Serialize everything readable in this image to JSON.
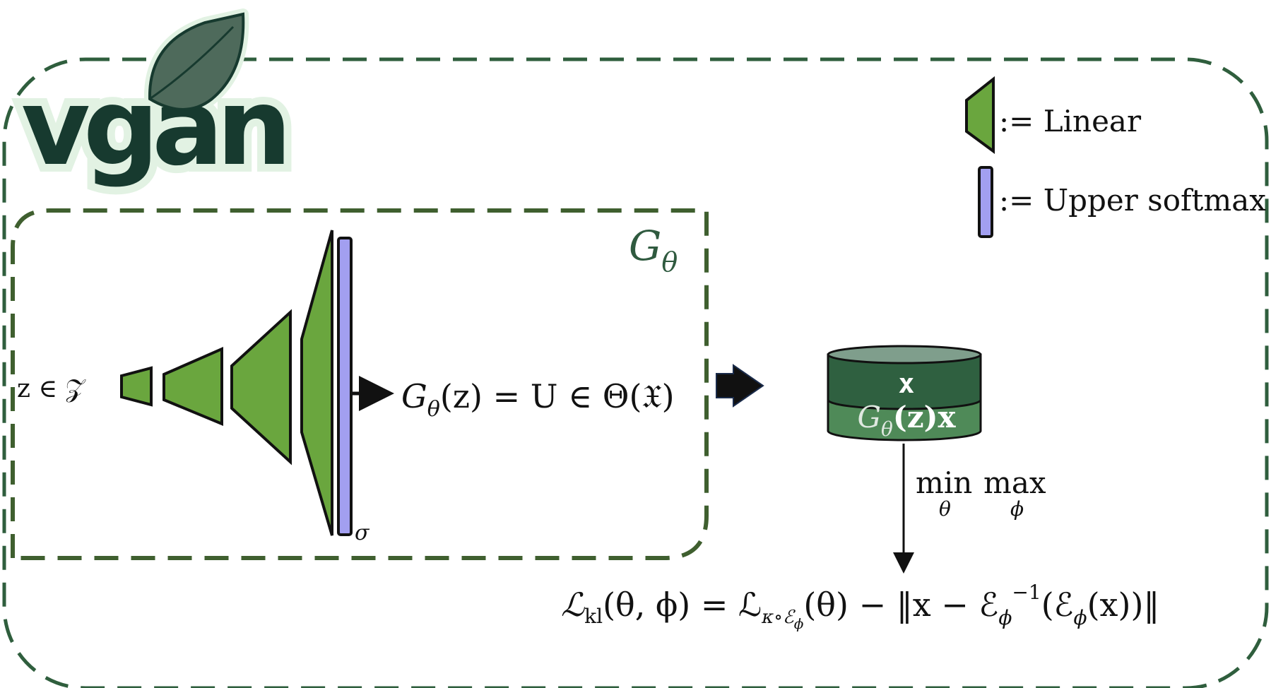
{
  "logo": {
    "text": "vgan",
    "icon": "leaf-icon"
  },
  "colors": {
    "frame_green": "#2f5e3d",
    "inner_frame_green": "#3f5f2f",
    "linear_green": "#6aa63e",
    "softmax_purple": "#a29ff0",
    "logo_dark": "#173a2f",
    "logo_halo": "#e2f2e3",
    "db_dark": "#2f6040",
    "db_light": "#4f8a58",
    "db_top": "#7f9e8c",
    "generator_label": "#2f5a3f"
  },
  "legend": {
    "linear": ":= Linear",
    "softmax": ":= Upper softmax"
  },
  "generator": {
    "label_main": "G",
    "label_sub": "θ",
    "input_label": "z ∈ 𝒵",
    "sigma_label": "σ",
    "output_pre": "G",
    "output_sub": "θ",
    "output_post": "(z) = U ∈ Θ(𝔛)"
  },
  "database": {
    "top_label": "x",
    "bottom_pre": "G",
    "bottom_sub": "θ",
    "bottom_post": "(z)x"
  },
  "minmax": {
    "min": "min",
    "min_sub": "θ",
    "max": "max",
    "max_sub": "ϕ"
  },
  "loss": {
    "lhs": "ℒ",
    "lhs_sub": "kl",
    "lhs_args": "(θ, ϕ) = ℒ",
    "rhs_sub": "κ∘ℰ",
    "rhs_subsub": "ϕ",
    "rhs_mid": "(θ) −  ‖x − ℰ",
    "enc_sub": "ϕ",
    "inv": "−1",
    "rhs_end_pre": "(ℰ",
    "rhs_end_sub": "ϕ",
    "rhs_end": "(x))‖"
  }
}
